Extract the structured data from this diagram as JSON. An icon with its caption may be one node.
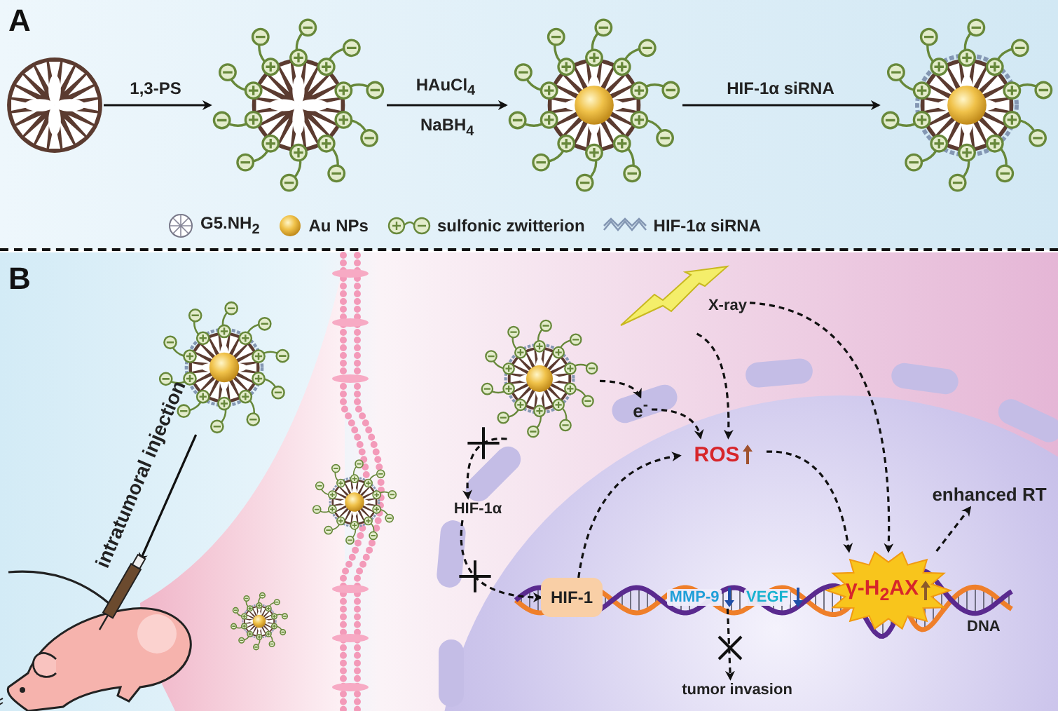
{
  "diagram": {
    "nodes": [
      {
        "text": [],
        "shape": "picture"
      },
      {
        "text": [],
        "shape": "picture"
      },
      {
        "text": [],
        "shape": "picture"
      },
      {
        "text": [],
        "shape": "picture"
      },
      {
        "text": [],
        "shape": "picture"
      },
      {
        "text": [],
        "shape": "picture"
      },
      {
        "text": [],
        "shape": "picture"
      },
      {
        "text": [],
        "shape": "picture"
      },
      {
        "text": [],
        "shape": "picture"
      },
      {
        "text": [
          "X-ray"
        ]
      },
      {
        "text": [
          "e$^{-}$"
        ]
      },
      {
        "text": [
          "ROS"
        ]
      },
      {
        "text": [
          "HIF-1α"
        ]
      },
      {
        "text": [
          "HIF-1"
        ]
      },
      {
        "text": [
          "MMP-9"
        ]
      },
      {
        "text": [
          "VEGF"
        ]
      },
      {
        "text": [
          "γ-H$_{2}$AX"
        ]
      },
      {
        "text": [
          "enhanced RT"
        ]
      },
      {
        "text": [
          "tumor invasion"
        ]
      }
    ],
    "edges": [
      {
        "from": 0,
        "to": 1,
        "arrow": "to",
        "label": "1,3-PS"
      },
      {
        "from": 1,
        "to": 2,
        "arrow": "to",
        "label": "HAuCl$_{4}$"
      },
      {
        "from": 2,
        "to": 3,
        "arrow": "to",
        "label": "HIF-1α siRNA"
      },
      {
        "from": 4,
        "to": 5,
        "arrow": "to",
        "label": "intratumoral injection"
      },
      {
        "from": 8,
        "to": 10,
        "arrow": "to",
        "style": "dashed"
      },
      {
        "from": 10,
        "to": 11,
        "arrow": "to",
        "style": "dashed"
      },
      {
        "from": 9,
        "to": 11,
        "arrow": "to",
        "style": "dashed"
      },
      {
        "from": 9,
        "to": 16,
        "arrow": "to",
        "style": "dashed"
      },
      {
        "from": 8,
        "to": 12,
        "arrow": "to",
        "style": "dashed"
      },
      {
        "from": 12,
        "to": 13,
        "arrow": "to",
        "style": "dashed"
      },
      {
        "from": 13,
        "to": 11,
        "arrow": "to",
        "style": "dashed"
      },
      {
        "from": 11,
        "to": 16,
        "arrow": "to",
        "style": "dashed"
      },
      {
        "from": 16,
        "to": 17,
        "arrow": "to",
        "style": "dashed"
      },
      {
        "from": 14,
        "to": 18,
        "arrow": "to",
        "style": "dashed"
      }
    ],
    "labels": [
      "A",
      "NaBH$_{4}$",
      "B",
      "DNA"
    ],
    "legend": [
      {
        "text": "G5.NH$_{2}$"
      },
      {
        "text": "Au NPs"
      },
      {
        "text": "sulfonic zwitterion"
      },
      {
        "text": "HIF-1α siRNA"
      }
    ]
  }
}
